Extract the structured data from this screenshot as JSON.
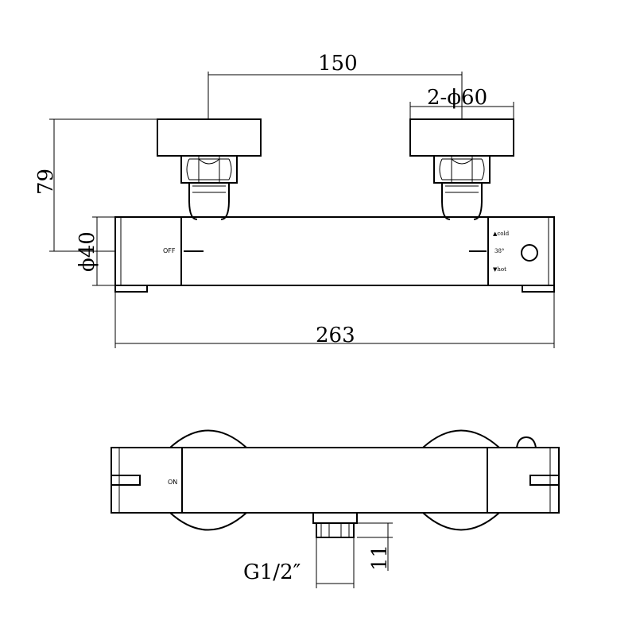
{
  "dimensions": {
    "centers": "150",
    "flange_diameter": "2-ϕ60",
    "height": "79",
    "body_diameter": "ϕ40",
    "length": "263",
    "outlet_thread": "G1/2″",
    "outlet_length": "11"
  },
  "labels": {
    "off": "OFF",
    "on": "ON",
    "cold": "▲cold",
    "temperature": "38°",
    "hot": "▼hot"
  },
  "colors": {
    "line": "#000000",
    "background": "#ffffff"
  }
}
